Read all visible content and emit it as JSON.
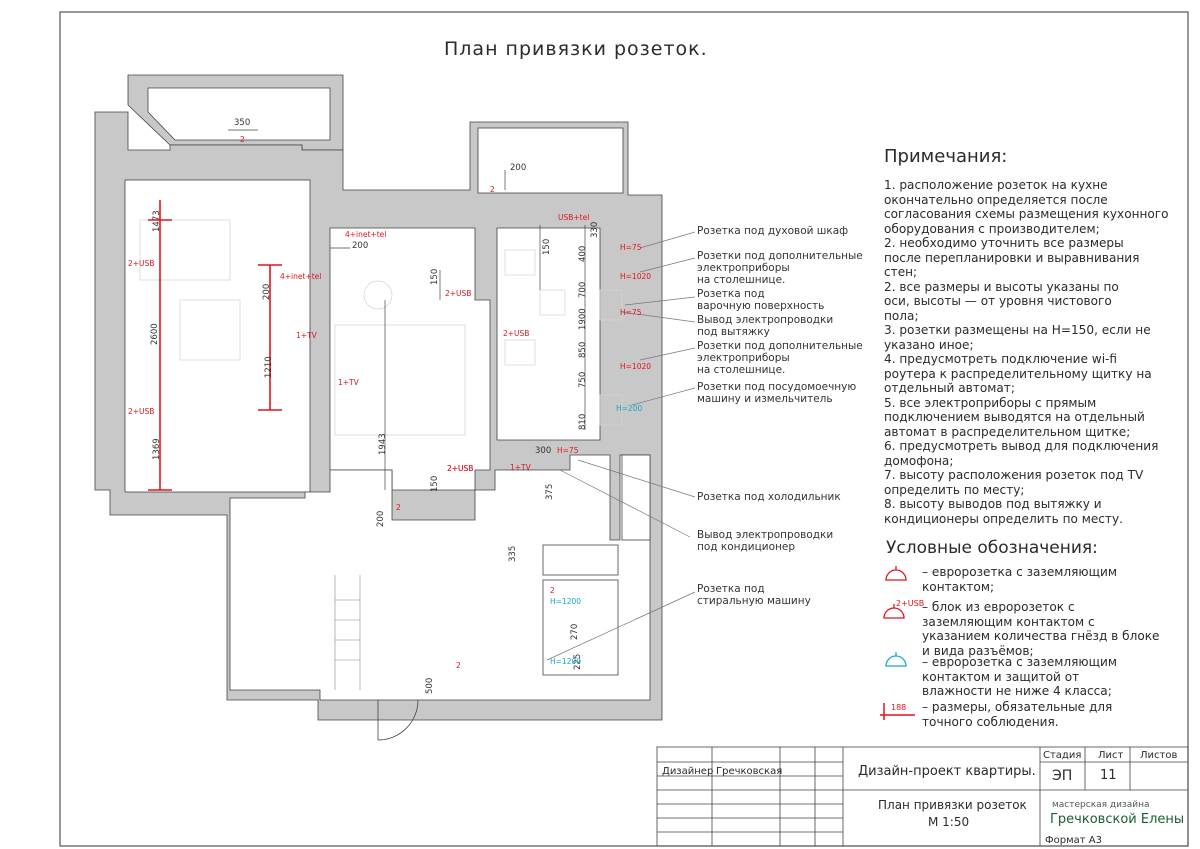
{
  "title": "План привязки розеток.",
  "notes": {
    "heading": "Примечания:",
    "lines": [
      "1. расположение розеток на кухне",
      "окончательно определяется после",
      "согласования схемы размещения кухонного",
      "оборудования с производителем;",
      "2. необходимо уточнить все размеры",
      "после перепланировки и выравнивания",
      "стен;",
      "2. все размеры  и высоты указаны по",
      "оси,   высоты — от уровня   чистового",
      "пола;",
      "3. розетки размещены на Н=150, если не",
      "указано иное;",
      "4. предусмотреть подключение wi-fi",
      "роутера к распределительному щитку на",
      "отдельный автомат;",
      "5. все электроприборы с прямым",
      "подключением выводятся на отдельный",
      "автомат в распределительном щитке;",
      "6. предусмотреть вывод для подключения",
      "домофона;",
      "7. высоту расположения розеток под TV",
      "определить по месту;",
      "8. высоту выводов под вытяжку и",
      "кондиционеры определить по месту."
    ]
  },
  "legend": {
    "heading": "Условные обозначения:",
    "items": [
      {
        "symbol": "socket-red",
        "lines": [
          "– евророзетка с заземляющим",
          "контактом;"
        ]
      },
      {
        "symbol": "socket-block",
        "tag": "2+USB",
        "lines": [
          "– блок из евророзеток с",
          "заземляющим контактом с",
          "указанием количества гнёзд в блоке",
          "и вида разъёмов;"
        ]
      },
      {
        "symbol": "socket-blue",
        "lines": [
          "– евророзетка с заземляющим",
          "контактом и защитой от",
          "влажности не ниже 4 класса;"
        ]
      },
      {
        "symbol": "dimension",
        "tag": "188",
        "lines": [
          "– размеры, обязательные для",
          "точного соблюдения."
        ]
      }
    ]
  },
  "callouts": [
    {
      "lines": [
        "Розетка под духовой шкаф"
      ]
    },
    {
      "lines": [
        "Розетки под дополнительные",
        "электроприборы",
        "на столешнице."
      ]
    },
    {
      "lines": [
        "Розетка под",
        "варочную поверхность"
      ]
    },
    {
      "lines": [
        "Вывод электропроводки",
        "под вытяжку"
      ]
    },
    {
      "lines": [
        "Розетки под дополнительные",
        "электроприборы",
        "на столешнице."
      ]
    },
    {
      "lines": [
        "Розетки под посудомоечную",
        "машину и измельчитель"
      ]
    },
    {
      "lines": [
        "Розетка под холодильник"
      ]
    },
    {
      "lines": [
        "Вывод электропроводки",
        "под кондиционер"
      ]
    },
    {
      "lines": [
        "Розетка под",
        "стиральную машину"
      ]
    }
  ],
  "plan_labels": {
    "dims": [
      "350",
      "200",
      "1473",
      "2600",
      "1369",
      "200",
      "1210",
      "200",
      "150",
      "150",
      "1943",
      "200",
      "150",
      "1900",
      "850",
      "810",
      "700",
      "750",
      "400",
      "330",
      "300",
      "375",
      "335",
      "270",
      "225",
      "500"
    ],
    "sockets": [
      "2+USB",
      "2+USB",
      "4+inet+tel",
      "4+inet+tel",
      "1+TV",
      "2+USB",
      "2+USB",
      "2+USB",
      "1+TV",
      "2+USB",
      "USB+tel",
      "1+TV",
      "2",
      "2",
      "2",
      "2",
      "2"
    ],
    "heights": [
      "H=75",
      "H=1020",
      "H=75",
      "H=1020",
      "H=200",
      "H=75",
      "H=1200",
      "H=1200"
    ]
  },
  "titleblock": {
    "designer_label": "Дизайнер",
    "designer_name": "Гречковская",
    "project": "Дизайн-проект квартиры.",
    "sheet_title": "План привязки розеток",
    "scale": "М 1:50",
    "stage_label": "Стадия",
    "sheet_label": "Лист",
    "sheets_label": "Листов",
    "stage": "ЭП",
    "sheet": "11",
    "logo_top": "мастерская дизайна",
    "logo_main": "Гречковской Елены",
    "format": "Формат А3"
  },
  "colors": {
    "wall": "#c8c8c8",
    "line": "#333333",
    "socket": "#e0141e",
    "socket_wet": "#18a6c8",
    "accent": "#e57b2c"
  }
}
